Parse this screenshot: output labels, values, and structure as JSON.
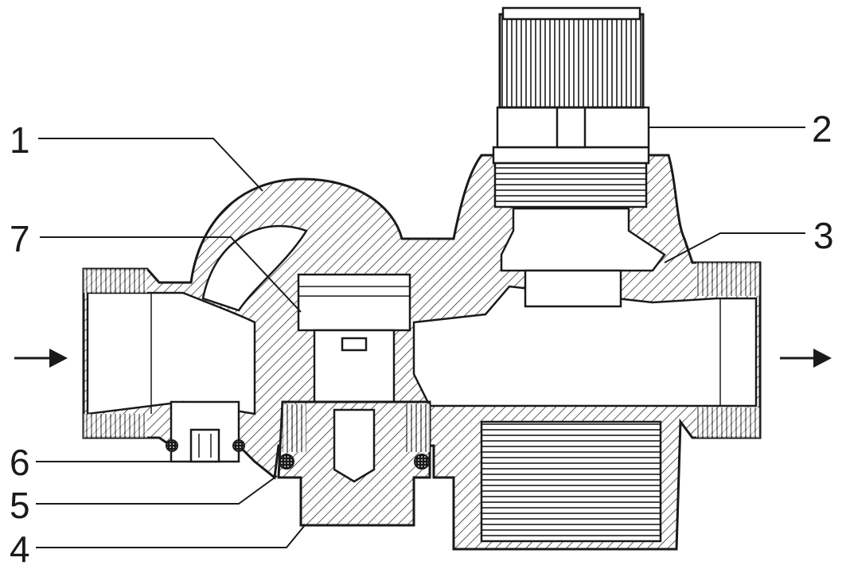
{
  "diagram": {
    "labels": [
      "1",
      "2",
      "3",
      "4",
      "5",
      "6",
      "7"
    ],
    "flow": {
      "inlet_arrow": "arrow-right-icon",
      "outlet_arrow": "arrow-right-icon"
    },
    "colors": {
      "ink": "#1a1a1a",
      "background": "#ffffff"
    }
  }
}
